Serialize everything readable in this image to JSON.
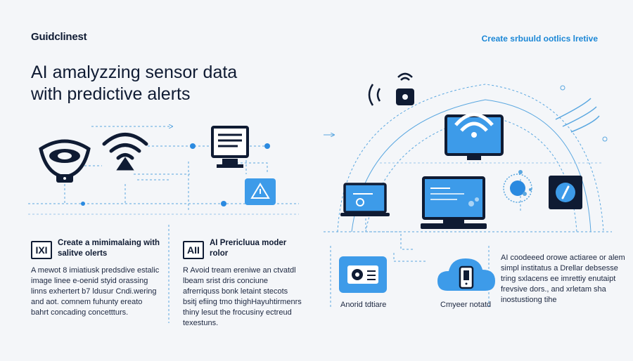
{
  "header": {
    "brand": "Guidclinest",
    "tagline": "Create srbuuld ootlics lretive",
    "headline_line1": "AI amalyzzing sensor data",
    "headline_line2": "with predictive alerts"
  },
  "cards": [
    {
      "badge": "IXI",
      "title": "Create a mimimalaing with salitve olerts",
      "body": "A mewot 8 imiatiusk predsdive estalic image linee e-oenid styid orassing linns exhertert b7 ldusur Cndi.wering and aot. comnem fuhunty ereato bahrt concading concettturs."
    },
    {
      "badge": "AII",
      "title": "AI Prericluua moder rolor",
      "body": "R Avoid tream ereniwe an ctvatdl lbeam srist dris conciune afrerriquss bonk letaint stecots bsitj efiing tmo thighHayuhtirmenrs thiny lesut the frocusiny ectreud texestuns."
    }
  ],
  "right_panel": {
    "caption_left": "Anorid tdtiare",
    "caption_mid": "Cmyeer notatd",
    "body": "AI coodeeed orowe actiaree or alem simpl institatus a Drellar debsesse tring sxlacens ee imrettiy enutaipt frevsive dors., and xrletam sha inostustiong tihe"
  },
  "colors": {
    "navy": "#0f1b33",
    "accent": "#3d9be9",
    "line": "#5aa7e0",
    "light": "#d7e8f7"
  },
  "icons": [
    "eye-sensor-icon",
    "wifi-antenna-icon",
    "desktop-monitor-icon",
    "alert-chip-icon",
    "wifi-signal-icon",
    "monitor-wifi-icon",
    "laptop-icon",
    "monitor-icon",
    "globe-icon",
    "mobile-app-icon",
    "projector-icon",
    "cloud-phone-icon"
  ]
}
